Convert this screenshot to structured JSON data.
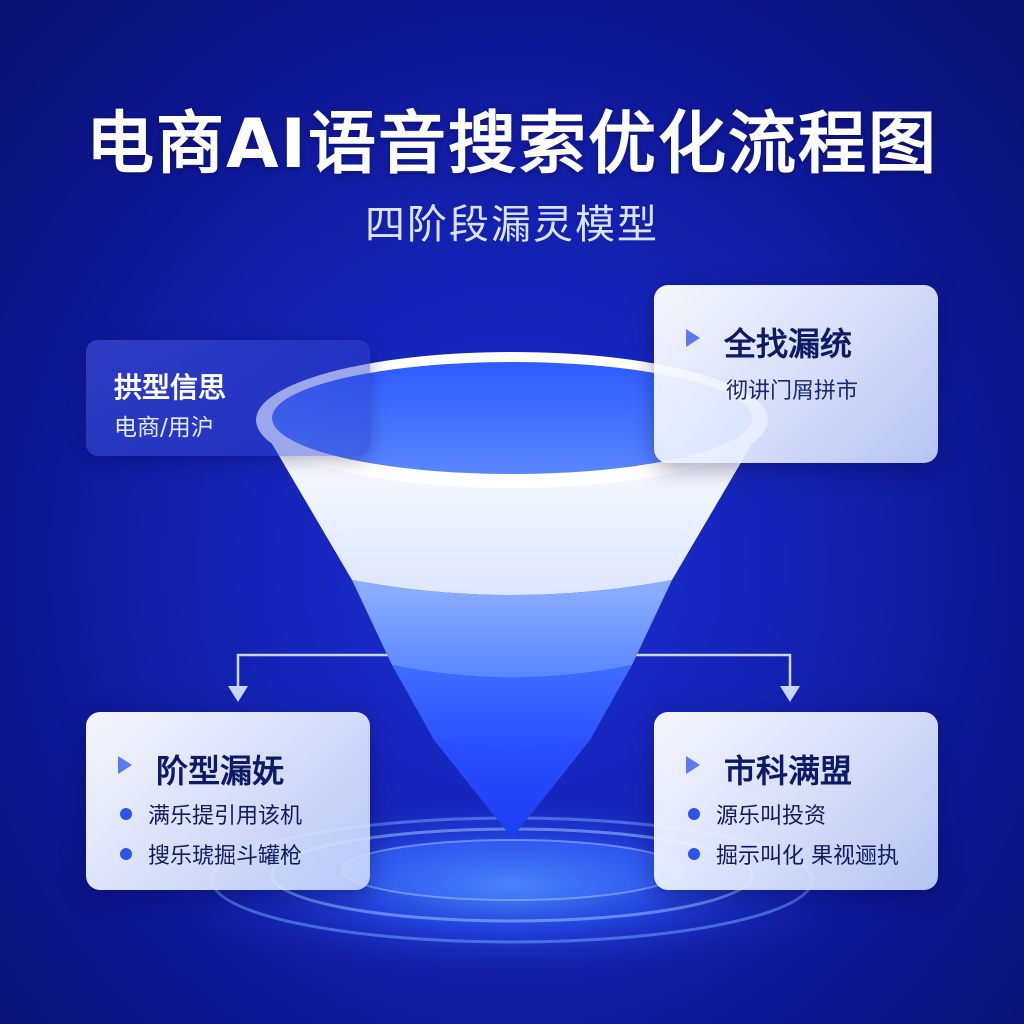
{
  "header": {
    "title": "电商AI语音搜索优化流程图",
    "subtitle": "四阶段漏灵模型"
  },
  "cards": {
    "top_left": {
      "title": "拱型信思",
      "text": "电商/用沪"
    },
    "top_right": {
      "title": "全找漏统",
      "text": "彻讲门屑拼市"
    },
    "bottom_left": {
      "title": "阶型漏妩",
      "bullets": [
        "满乐提引用该机",
        "搜乐琥掘斗罐枪"
      ]
    },
    "bottom_right": {
      "title": "市科满盟",
      "bullets": [
        "源乐叫投资",
        "掘示叫化 果视逦执"
      ]
    }
  },
  "colors": {
    "background": "#1524b8",
    "accent": "#2a55e6",
    "card_text": "#0d1a66"
  }
}
